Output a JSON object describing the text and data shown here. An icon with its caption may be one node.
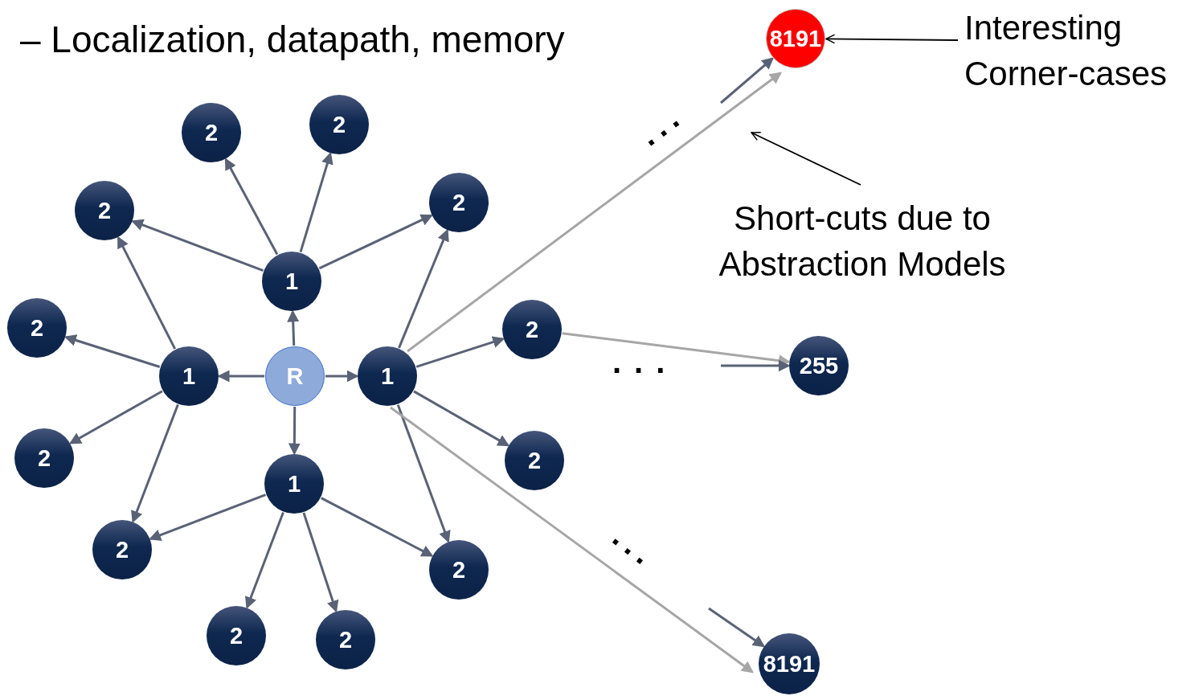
{
  "diagram": {
    "nodes": [
      {
        "text": [
          "R"
        ]
      },
      {
        "text": [
          "1"
        ]
      },
      {
        "text": [
          "1"
        ]
      },
      {
        "text": [
          "1"
        ]
      },
      {
        "text": [
          "1"
        ]
      },
      {
        "text": [
          "2"
        ]
      },
      {
        "text": [
          "2"
        ]
      },
      {
        "text": [
          "2"
        ]
      },
      {
        "text": [
          "2"
        ]
      },
      {
        "text": [
          "2"
        ]
      },
      {
        "text": [
          "2"
        ]
      },
      {
        "text": [
          "2"
        ]
      },
      {
        "text": [
          "2"
        ]
      },
      {
        "text": [
          "2"
        ]
      },
      {
        "text": [
          "2"
        ]
      },
      {
        "text": [
          "2"
        ]
      },
      {
        "text": [
          "2"
        ]
      },
      {
        "text": [
          "255"
        ]
      },
      {
        "text": [
          "8191"
        ]
      },
      {
        "text": [
          "8191"
        ]
      },
      {
        "text": [
          "Interesting Corner-cases"
        ]
      },
      {
        "text": [
          "Short-cuts due to Abstraction Models"
        ]
      }
    ],
    "edges": [
      {
        "from": 0,
        "to": 1,
        "arrow": "to"
      },
      {
        "from": 0,
        "to": 2,
        "arrow": "to"
      },
      {
        "from": 0,
        "to": 3,
        "arrow": "to"
      },
      {
        "from": 0,
        "to": 4,
        "arrow": "to"
      },
      {
        "from": 1,
        "to": 5,
        "arrow": "to"
      },
      {
        "from": 1,
        "to": 6,
        "arrow": "to"
      },
      {
        "from": 1,
        "to": 7,
        "arrow": "to"
      },
      {
        "from": 1,
        "to": 8,
        "arrow": "to"
      },
      {
        "from": 2,
        "to": 7,
        "arrow": "to"
      },
      {
        "from": 2,
        "to": 9,
        "arrow": "to"
      },
      {
        "from": 2,
        "to": 10,
        "arrow": "to"
      },
      {
        "from": 2,
        "to": 11,
        "arrow": "to"
      },
      {
        "from": 3,
        "to": 8,
        "arrow": "to"
      },
      {
        "from": 3,
        "to": 15,
        "arrow": "to"
      },
      {
        "from": 3,
        "to": 16,
        "arrow": "to"
      },
      {
        "from": 3,
        "to": 14,
        "arrow": "to"
      },
      {
        "from": 4,
        "to": 11,
        "arrow": "to"
      },
      {
        "from": 4,
        "to": 12,
        "arrow": "to"
      },
      {
        "from": 4,
        "to": 13,
        "arrow": "to"
      },
      {
        "from": 4,
        "to": 14,
        "arrow": "to"
      },
      {
        "from": 3,
        "to": 18,
        "arrow": "to",
        "color": "#a6a6a6"
      },
      {
        "from": 3,
        "to": 19,
        "arrow": "to",
        "color": "#a6a6a6"
      },
      {
        "from": 15,
        "to": 17,
        "arrow": "to",
        "color": "#a6a6a6"
      },
      {
        "from": null,
        "to": 18,
        "arrow": "to"
      },
      {
        "from": null,
        "to": 17,
        "arrow": "to"
      },
      {
        "from": null,
        "to": 19,
        "arrow": "to"
      },
      {
        "from": 20,
        "to": 18,
        "arrow": "to",
        "color": "#000000"
      },
      {
        "from": 21,
        "to": null,
        "arrow": "to",
        "color": "#000000"
      }
    ],
    "labels": [
      "– Localization, datapath, memory",
      "...",
      "...",
      "..."
    ]
  }
}
